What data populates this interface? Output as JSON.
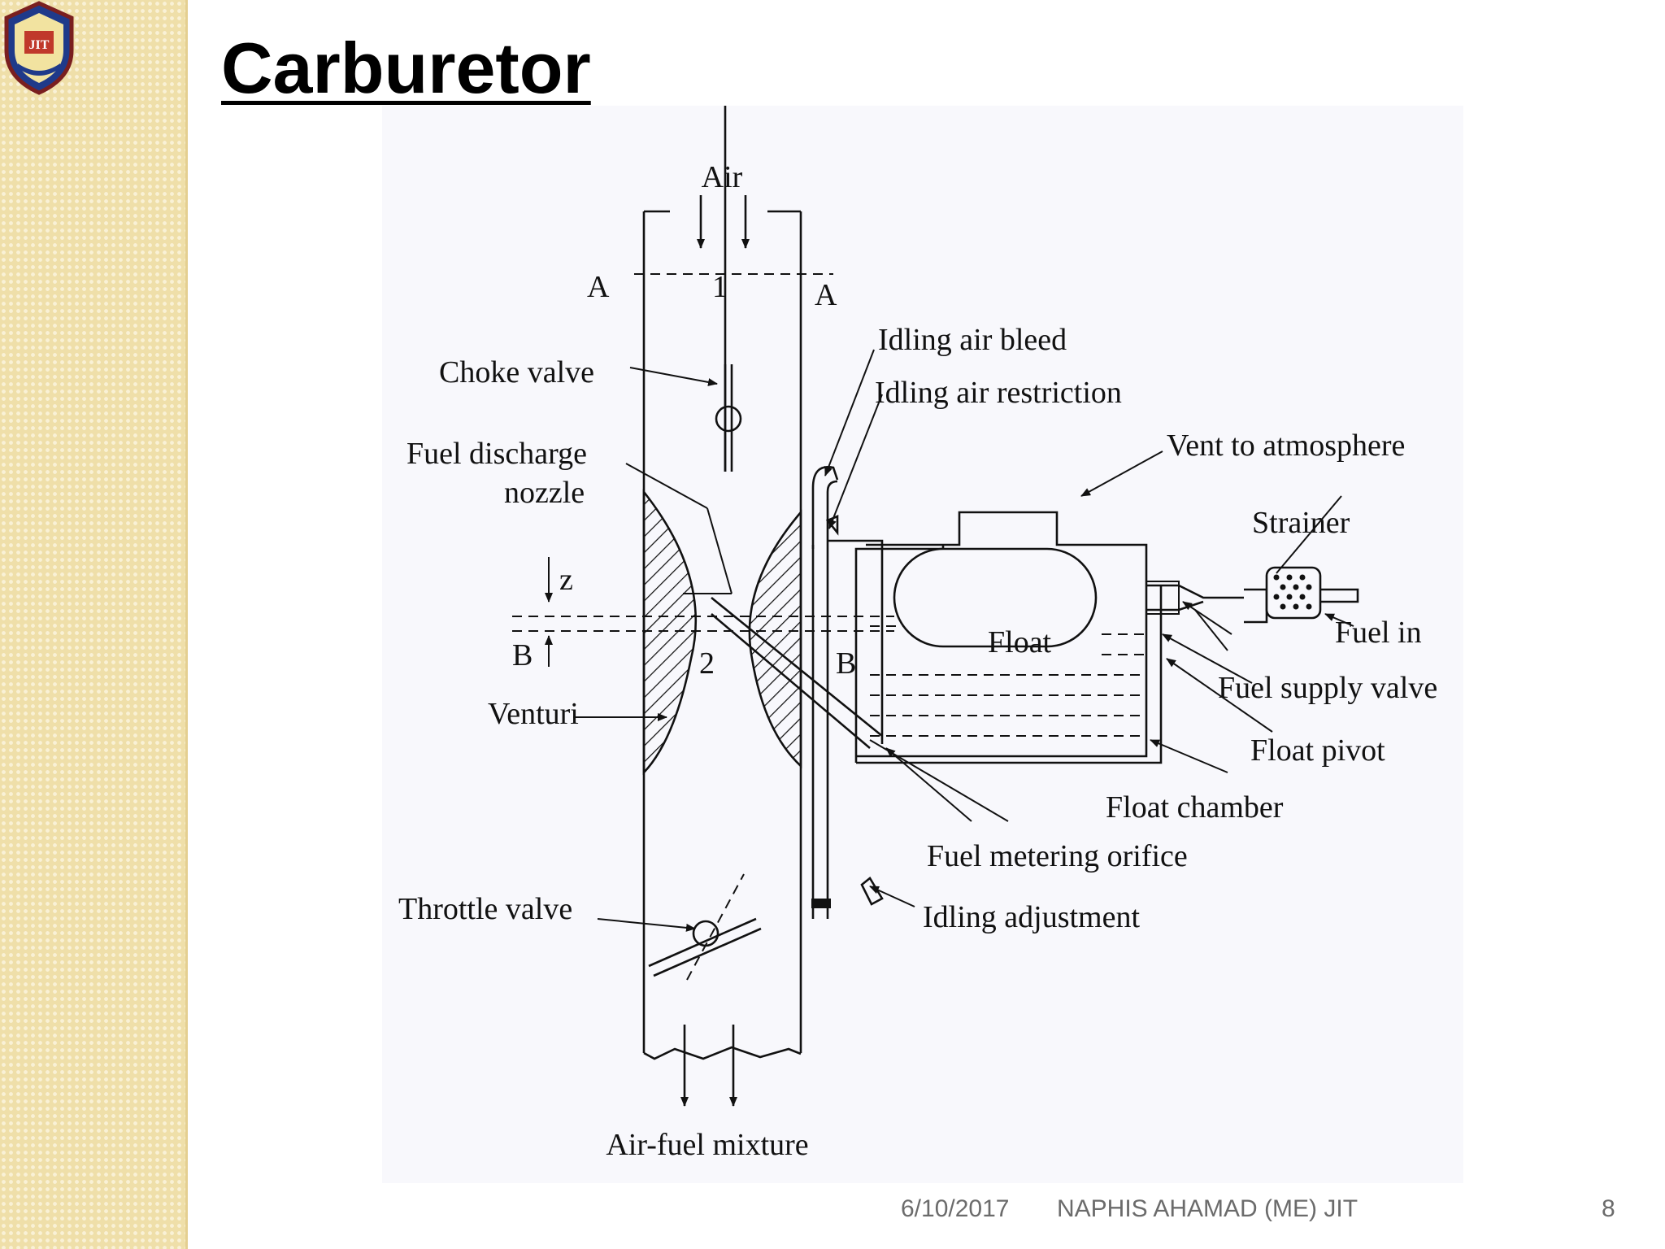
{
  "slide": {
    "title": "Carburetor",
    "footer": {
      "date": "6/10/2017",
      "author": "NAPHIS AHAMAD (ME) JIT",
      "page_number": "8"
    }
  },
  "logo": {
    "text": "JIT"
  },
  "diagram": {
    "labels": {
      "air": "Air",
      "a_left": "A",
      "section_1": "1",
      "a_right": "A",
      "idling_air_bleed": "Idling air bleed",
      "choke_valve": "Choke valve",
      "idling_air_restriction": "Idling air restriction",
      "fuel_discharge": "Fuel discharge",
      "nozzle": "nozzle",
      "vent_to_atmosphere": "Vent to atmosphere",
      "strainer": "Strainer",
      "z": "z",
      "b_left": "B",
      "section_2": "2",
      "b_right": "B",
      "float": "Float",
      "fuel_in": "Fuel in",
      "fuel_supply_valve": "Fuel supply valve",
      "venturi": "Venturi",
      "float_pivot": "Float pivot",
      "float_chamber": "Float chamber",
      "fuel_metering_orifice": "Fuel metering orifice",
      "throttle_valve": "Throttle valve",
      "idling_adjustment": "Idling adjustment",
      "air_fuel_mixture": "Air-fuel mixture"
    }
  }
}
